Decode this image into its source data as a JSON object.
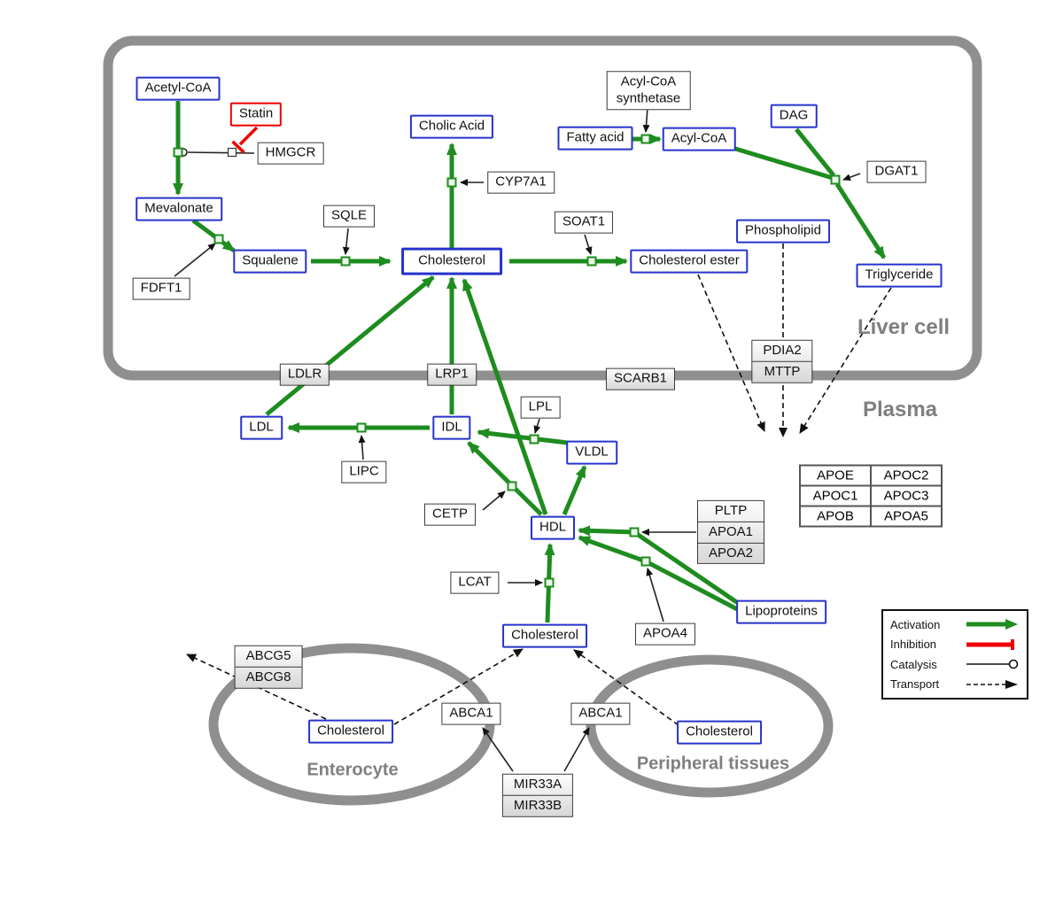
{
  "compartments": {
    "liver": "Liver cell",
    "plasma": "Plasma",
    "enterocyte": "Enterocyte",
    "peripheral": "Peripheral tissues"
  },
  "nodes": {
    "acetyl_coa": "Acetyl-CoA",
    "statin": "Statin",
    "hmgcr": "HMGCR",
    "mevalonate": "Mevalonate",
    "fdft1": "FDFT1",
    "squalene": "Squalene",
    "sqle": "SQLE",
    "cholesterol_liver": "Cholesterol",
    "cholic_acid": "Cholic Acid",
    "cyp7a1": "CYP7A1",
    "soat1": "SOAT1",
    "cholesterol_ester": "Cholesterol ester",
    "fatty_acid": "Fatty acid",
    "acs_line1": "Acyl-CoA",
    "acs_line2": "synthetase",
    "acyl_coa": "Acyl-CoA",
    "dag": "DAG",
    "dgat1": "DGAT1",
    "phospholipid": "Phospholipid",
    "triglyceride": "Triglyceride",
    "pdia2": "PDIA2",
    "mttp": "MTTP",
    "ldlr": "LDLR",
    "lrp1": "LRP1",
    "scarb1": "SCARB1",
    "ldl": "LDL",
    "idl": "IDL",
    "vldl": "VLDL",
    "lpl": "LPL",
    "lipc": "LIPC",
    "cetp": "CETP",
    "hdl": "HDL",
    "lcat": "LCAT",
    "cholesterol_plasma": "Cholesterol",
    "lipoproteins": "Lipoproteins",
    "pltp": "PLTP",
    "apoa1": "APOA1",
    "apoa2": "APOA2",
    "apoa4": "APOA4",
    "abcg5": "ABCG5",
    "abcg8": "ABCG8",
    "abca1": "ABCA1",
    "mir33a": "MIR33A",
    "mir33b": "MIR33B",
    "cholesterol_enterocyte": "Cholesterol",
    "cholesterol_peripheral": "Cholesterol"
  },
  "apo_table": [
    [
      "APOE",
      "APOC2"
    ],
    [
      "APOC1",
      "APOC3"
    ],
    [
      "APOB",
      "APOA5"
    ]
  ],
  "legend": {
    "activation": "Activation",
    "inhibition": "Inhibition",
    "catalysis": "Catalysis",
    "transport": "Transport"
  },
  "colors": {
    "activation_green": "#1e8c1e",
    "inhibition_red": "#ee0000",
    "metabolite_blue": "#2633cc",
    "compartment_gray": "#8f8f8f"
  }
}
